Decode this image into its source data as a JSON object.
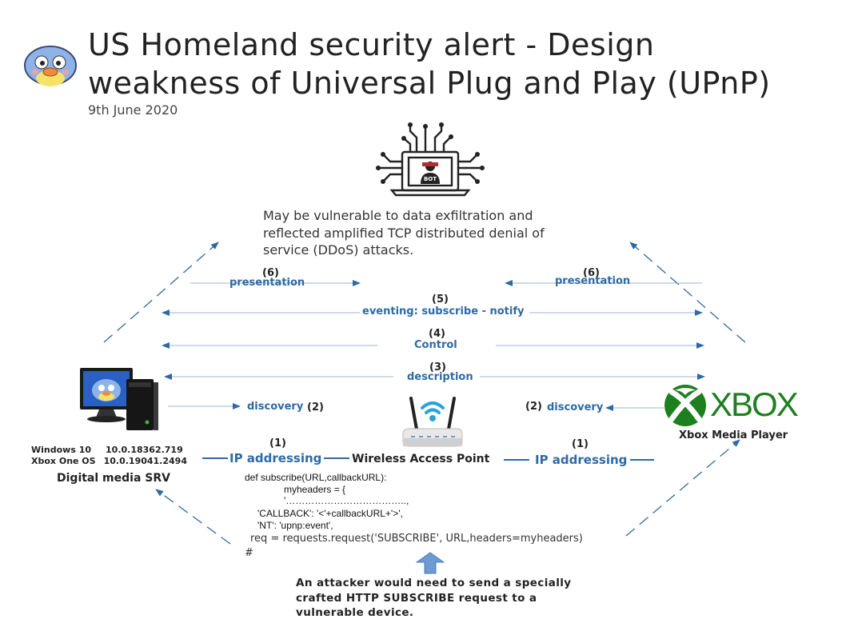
{
  "header": {
    "title_line1": "US Homeland security alert - Design",
    "title_line2": "weakness of Universal Plug and Play (UPnP)",
    "date": "9th June 2020"
  },
  "bot": {
    "label": "BOT"
  },
  "vulnerability_text": [
    "May be vulnerable to data exfiltration and",
    "reflected amplified TCP distributed denial of",
    "service (DDoS) attacks."
  ],
  "steps": {
    "presentation_left": {
      "num": "(6)",
      "label": "presentation"
    },
    "presentation_right": {
      "num": "(6)",
      "label": "presentation"
    },
    "eventing": {
      "num": "(5)",
      "label": "eventing: subscribe - notify"
    },
    "control": {
      "num": "(4)",
      "label": "Control"
    },
    "description": {
      "num": "(3)",
      "label": "description"
    },
    "discovery_left": {
      "num": "(2)",
      "label": "discovery"
    },
    "discovery_right": {
      "num": "(2)",
      "label": "discovery"
    },
    "ip_left": {
      "num": "(1)",
      "label": "IP addressing"
    },
    "ip_right": {
      "num": "(1)",
      "label": "IP addressing"
    }
  },
  "server": {
    "os_line1_name": "Windows 10",
    "os_line1_ver": "10.0.18362.719",
    "os_line2_name": "Xbox One OS",
    "os_line2_ver": "10.0.19041.2494",
    "label": "Digital media SRV"
  },
  "access_point": {
    "label": "Wireless Access Point"
  },
  "xbox": {
    "logo_text": "XBOX",
    "label": "Xbox Media Player"
  },
  "code": {
    "line1": "def subscribe(URL,callbackURL):",
    "line2": "myheaders = {",
    "line3": "'………………………………..,",
    "line4": "'CALLBACK': '<'+callbackURL+'>',",
    "line5": "'NT': 'upnp:event',",
    "line6": "req = requests.request('SUBSCRIBE', URL,headers=myheaders)",
    "line7": "#"
  },
  "attacker_note": [
    "An attacker would need to send a specially",
    "crafted HTTP SUBSCRIBE request to a",
    "vulnerable device."
  ],
  "colors": {
    "arrow_blue": "#2e6aa4",
    "line_blue": "#9bb4d6",
    "xbox_green": "#1e7f1e",
    "up_arrow": "#6b9bd2"
  }
}
